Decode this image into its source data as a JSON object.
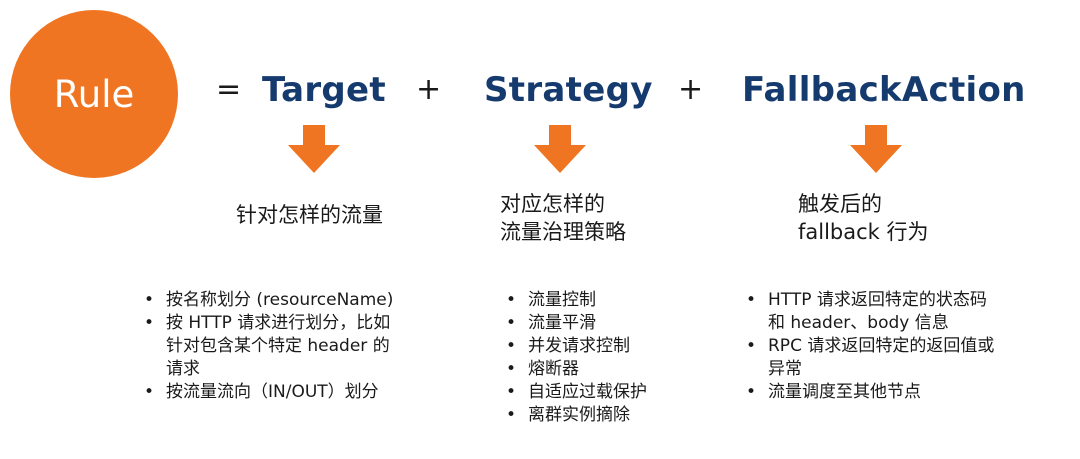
{
  "rule_label": "Rule",
  "equals": "=",
  "plus": "+",
  "terms": {
    "target": "Target",
    "strategy": "Strategy",
    "fallback": "FallbackAction"
  },
  "descriptions": {
    "target": [
      "针对怎样的流量"
    ],
    "strategy": [
      "对应怎样的",
      "流量治理策略"
    ],
    "fallback": [
      "触发后的",
      "fallback 行为"
    ]
  },
  "bullets": {
    "target": [
      [
        "按名称划分 (resourceName)"
      ],
      [
        "按 HTTP 请求进行划分，比如",
        "针对包含某个特定 header 的",
        "请求"
      ],
      [
        "按流量流向（IN/OUT）划分"
      ]
    ],
    "strategy": [
      [
        "流量控制"
      ],
      [
        "流量平滑"
      ],
      [
        "并发请求控制"
      ],
      [
        "熔断器"
      ],
      [
        "自适应过载保护"
      ],
      [
        "离群实例摘除"
      ]
    ],
    "fallback": [
      [
        "HTTP 请求返回特定的状态码",
        "和 header、body 信息"
      ],
      [
        "RPC 请求返回特定的返回值或",
        "异常"
      ],
      [
        "流量调度至其他节点"
      ]
    ]
  },
  "colors": {
    "circle": "#f07522",
    "arrow": "#f07522",
    "term": "#153a6e"
  },
  "icons": [
    "down-arrow-icon"
  ]
}
